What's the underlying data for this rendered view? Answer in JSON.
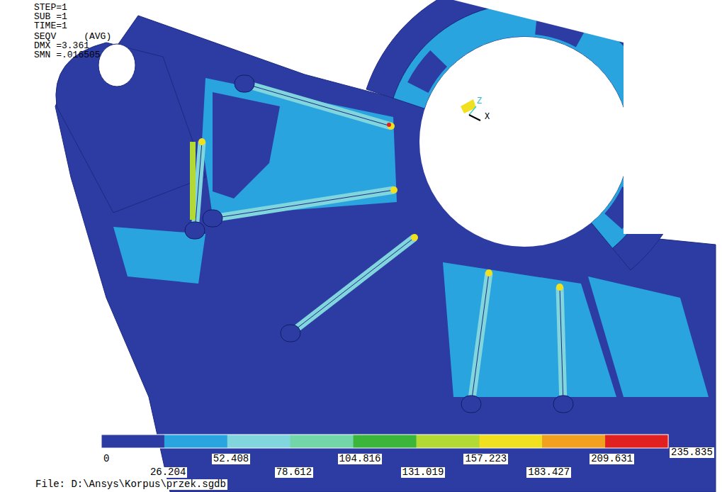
{
  "diagram": {
    "labels": [
      "STEP=1",
      "SUB =1",
      "TIME=1",
      "SEQV     (AVG)",
      "DMX =3.361",
      "SMN =.016505",
      "Z",
      "X",
      "0",
      "26.204",
      "52.408",
      "78.612",
      "104.816",
      "131.019",
      "157.223",
      "183.427",
      "209.631",
      "235.835",
      "File: D:\\Ansys\\Korpus\\przek.sgdb"
    ]
  }
}
